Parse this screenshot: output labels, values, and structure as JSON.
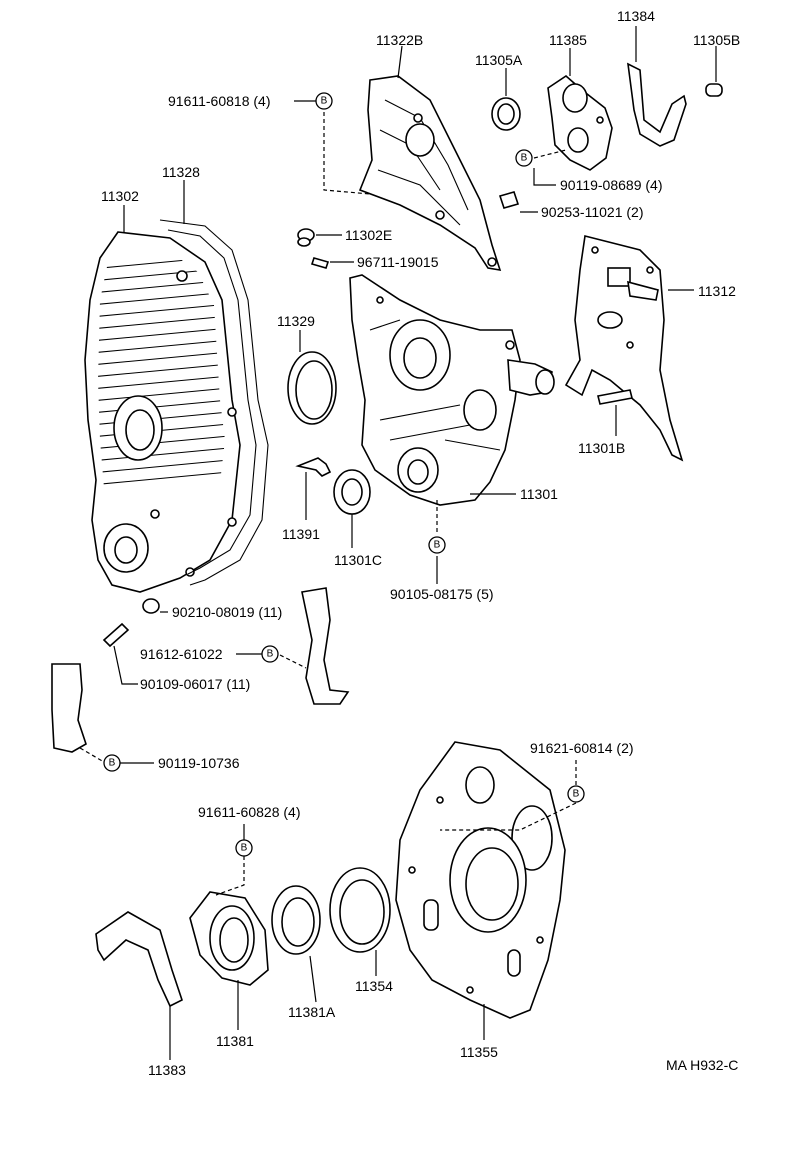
{
  "diagram_code": "MA H932-C",
  "badge_symbol": "B",
  "labels": {
    "p11384": "11384",
    "p11322B": "11322B",
    "p11385": "11385",
    "p11305B": "11305B",
    "p11305A": "11305A",
    "p91611_60818": "91611-60818 (4)",
    "p90119_08689": "90119-08689 (4)",
    "p90253_11021": "90253-11021 (2)",
    "p11328": "11328",
    "p11302": "11302",
    "p11302E": "11302E",
    "p96711_19015": "96711-19015",
    "p11312": "11312",
    "p11329": "11329",
    "p11301B": "11301B",
    "p11301": "11301",
    "p11391": "11391",
    "p11301C": "11301C",
    "p90105_08175": "90105-08175 (5)",
    "p90210_08019": "90210-08019 (11)",
    "p91612_61022": "91612-61022",
    "p90109_06017": "90109-06017 (11)",
    "p90119_10736": "90119-10736",
    "p91621_60814": "91621-60814 (2)",
    "p91611_60828": "91611-60828 (4)",
    "p11354": "11354",
    "p11381A": "11381A",
    "p11381": "11381",
    "p11383": "11383",
    "p11355": "11355"
  }
}
